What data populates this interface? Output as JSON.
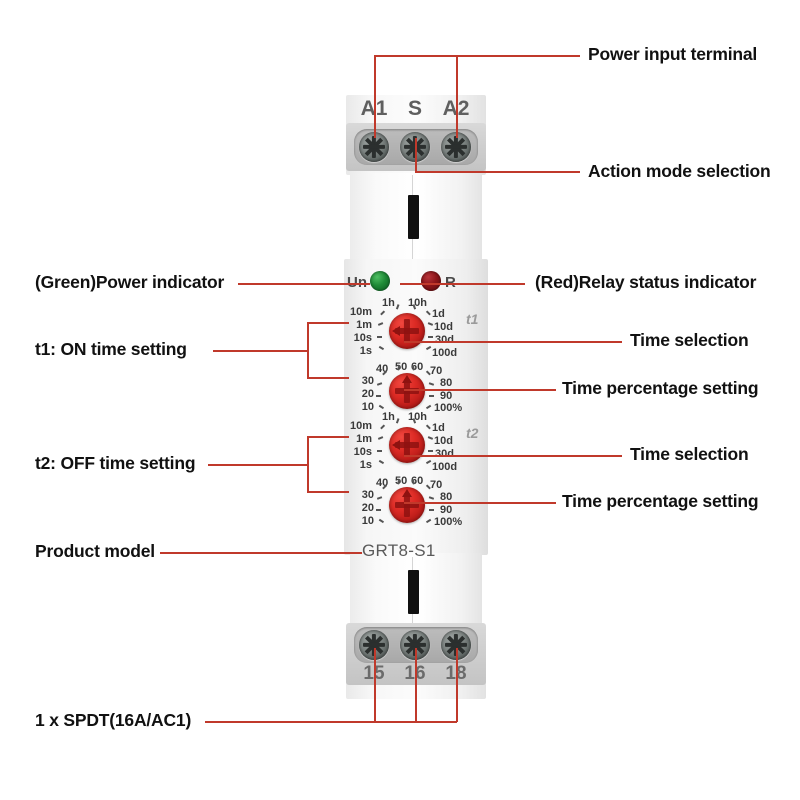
{
  "device": {
    "model": "GRT8-S1",
    "top_terminals": [
      "A1",
      "S",
      "A2"
    ],
    "bottom_terminals": [
      "15",
      "16",
      "18"
    ],
    "indicators": [
      {
        "name": "power",
        "label": "Un",
        "color": "#1e8a36"
      },
      {
        "name": "relay",
        "label": "R",
        "color": "#8d1519"
      }
    ],
    "dial_groups": [
      {
        "id": "t1",
        "marker": "t1",
        "time_dial": {
          "labels_left": [
            "10m",
            "1m",
            "10s",
            "1s"
          ],
          "labels_right": [
            "1d",
            "10d",
            "30d",
            "100d"
          ],
          "labels_top": [
            "1h",
            "10h"
          ]
        },
        "percent_dial": {
          "labels_top": [
            "40",
            "50",
            "60",
            "70"
          ],
          "labels_left": [
            "30",
            "20",
            "10"
          ],
          "labels_right": [
            "80",
            "90",
            "100%"
          ]
        }
      },
      {
        "id": "t2",
        "marker": "t2",
        "time_dial": {
          "labels_left": [
            "10m",
            "1m",
            "10s",
            "1s"
          ],
          "labels_right": [
            "1d",
            "10d",
            "30d",
            "100d"
          ],
          "labels_top": [
            "1h",
            "10h"
          ]
        },
        "percent_dial": {
          "labels_top": [
            "40",
            "50",
            "60",
            "70"
          ],
          "labels_left": [
            "30",
            "20",
            "10"
          ],
          "labels_right": [
            "80",
            "90",
            "100%"
          ]
        }
      }
    ]
  },
  "callouts": {
    "right": [
      {
        "id": "power-input-terminal",
        "text": "Power input terminal"
      },
      {
        "id": "action-mode-selection",
        "text": "Action mode selection"
      },
      {
        "id": "relay-status-indicator",
        "text": "(Red)Relay status indicator"
      },
      {
        "id": "time-selection-t1",
        "text": "Time selection"
      },
      {
        "id": "time-percentage-setting-t1",
        "text": "Time percentage setting"
      },
      {
        "id": "time-selection-t2",
        "text": "Time selection"
      },
      {
        "id": "time-percentage-setting-t2",
        "text": "Time percentage setting"
      }
    ],
    "left": [
      {
        "id": "power-indicator",
        "text": "(Green)Power indicator"
      },
      {
        "id": "t1-on-time-setting",
        "text": "t1: ON time setting"
      },
      {
        "id": "t2-off-time-setting",
        "text": "t2: OFF time setting"
      },
      {
        "id": "product-model",
        "text": "Product model"
      },
      {
        "id": "output-contacts",
        "text": "1 x SPDT(16A/AC1)"
      }
    ]
  },
  "colors": {
    "leader_line": "#c0392b",
    "dial_red": "#c8201c",
    "body": "#f2f2f2",
    "text": "#111111"
  }
}
